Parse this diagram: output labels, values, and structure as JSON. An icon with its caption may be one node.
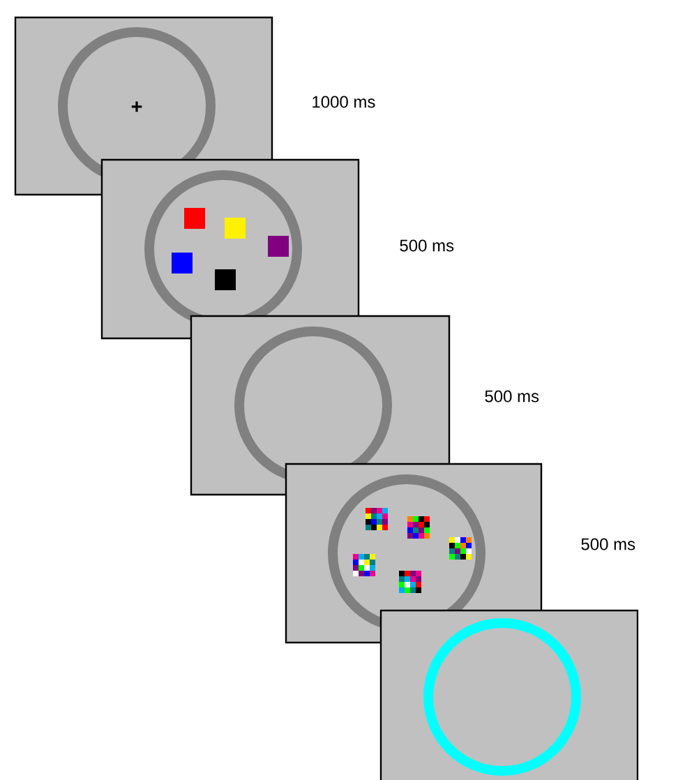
{
  "diagram": {
    "nodes": [
      {
        "text": [
          "+"
        ],
        "beside": [
          "1000 ms"
        ]
      },
      {
        "text": [],
        "shape": "box",
        "beside": [
          "500 ms"
        ]
      },
      {
        "text": [],
        "shape": "box",
        "beside": [
          "500 ms"
        ]
      },
      {
        "text": [],
        "shape": "box",
        "beside": [
          "500 ms"
        ]
      },
      {
        "text": [],
        "shape": "box"
      }
    ]
  }
}
